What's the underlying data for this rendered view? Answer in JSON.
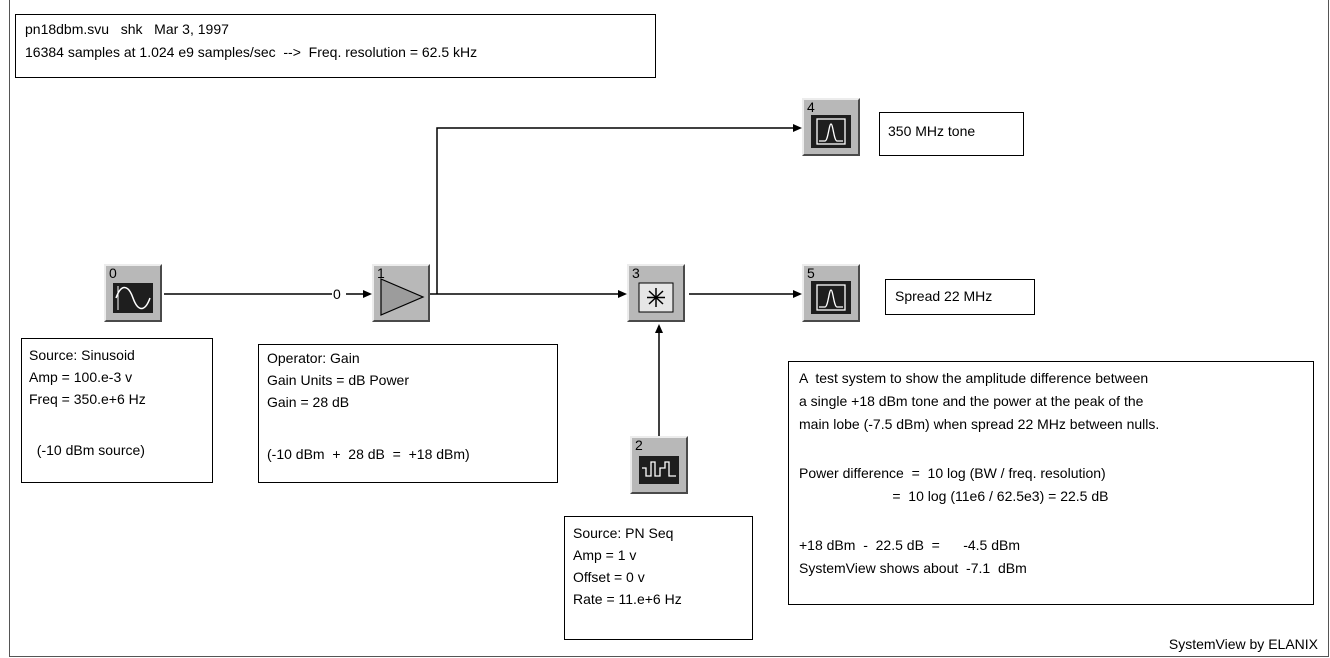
{
  "header": {
    "line1": "pn18dbm.svu   shk   Mar 3, 1997",
    "line2": "16384 samples at 1.024 e9 samples/sec  -->  Freq. resolution = 62.5 kHz"
  },
  "tokens": [
    {
      "id": "0",
      "kind": "sinusoid-source"
    },
    {
      "id": "1",
      "kind": "gain-operator"
    },
    {
      "id": "2",
      "kind": "pn-sequence-source"
    },
    {
      "id": "3",
      "kind": "multiplier"
    },
    {
      "id": "4",
      "kind": "analysis-sink"
    },
    {
      "id": "5",
      "kind": "analysis-sink"
    }
  ],
  "wire_label_0_to_1": "0",
  "blocks": {
    "source_sinusoid": {
      "lines": [
        "Source: Sinusoid",
        "Amp = 100.e-3 v",
        "Freq = 350.e+6 Hz",
        "",
        "  (-10 dBm source)"
      ]
    },
    "operator_gain": {
      "lines": [
        "Operator: Gain",
        "Gain Units = dB Power",
        "Gain = 28 dB",
        "",
        "(-10 dBm  +  28 dB  =  +18 dBm)"
      ]
    },
    "source_pn": {
      "lines": [
        "Source: PN Seq",
        "Amp = 1 v",
        "Offset = 0 v",
        "Rate = 11.e+6 Hz"
      ]
    },
    "sink4_label": "350 MHz tone",
    "sink5_label": "Spread 22 MHz"
  },
  "description": {
    "lines": [
      "A  test system to show the amplitude difference between",
      "a single +18 dBm tone and the power at the peak of the",
      "main lobe (-7.5 dBm) when spread 22 MHz between nulls.",
      "",
      "Power difference  =  10 log (BW / freq. resolution)",
      "                        =  10 log (11e6 / 62.5e3) = 22.5 dB",
      "",
      "+18 dBm  -  22.5 dB  =      -4.5 dBm",
      "SystemView shows about  -7.1  dBm"
    ]
  },
  "footer": "SystemView by ELANIX"
}
